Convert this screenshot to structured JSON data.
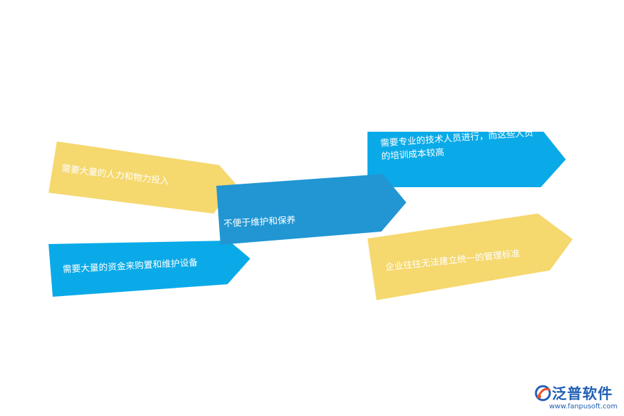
{
  "diagram": {
    "center": {
      "text": "不便于维护和保养",
      "color": "#2196d3"
    },
    "left_top": {
      "text": "需要大量的人力和物力投入",
      "color": "#f5d86e"
    },
    "left_bottom": {
      "text": "需要大量的资金来购置和维护设备",
      "color": "#0aaae8"
    },
    "right_top": {
      "lines": [
        "需要专业的技术人员进行，而这些人员",
        "的培训成本较高"
      ],
      "color": "#0aaae8"
    },
    "right_bottom": {
      "text": "企业往往无法建立统一的管理标准",
      "color": "#f5d86e"
    }
  },
  "logo": {
    "brand": "泛普软件",
    "url": "www.fanpusoft.com",
    "icon": "fanpu-logo-icon"
  }
}
